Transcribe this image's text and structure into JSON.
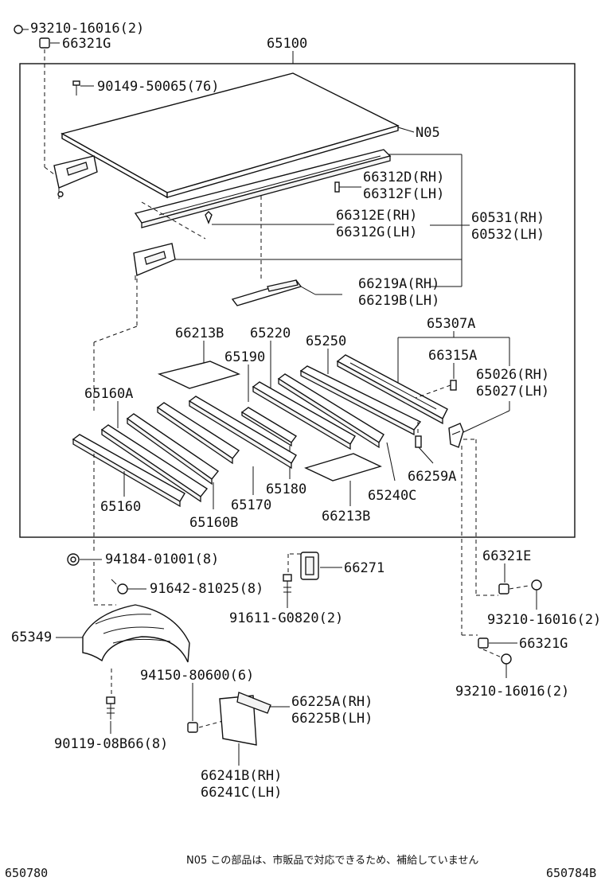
{
  "labels": {
    "screw_top": "93210-16016(2)",
    "nut_top": "66321G",
    "assembly": "65100",
    "screw_90149": "90149-50065(76)",
    "n05": "N05",
    "rail_d": "66312D(RH)",
    "rail_f": "66312F(LH)",
    "rail_e": "66312E(RH)",
    "rail_g": "66312G(LH)",
    "panel_rh": "60531(RH)",
    "panel_lh": "60532(LH)",
    "bracket_a": "66219A(RH)",
    "bracket_b": "66219B(LH)",
    "pad_top": "66213B",
    "sill_65220": "65220",
    "sill_65250": "65250",
    "sill_65190": "65190",
    "member_65307a": "65307A",
    "clip_66315a": "66315A",
    "gusset_rh": "65026(RH)",
    "gusset_lh": "65027(LH)",
    "sill_65160a": "65160A",
    "sill_65160": "65160",
    "sill_65170": "65170",
    "sill_65160b": "65160B",
    "sill_65180": "65180",
    "sill_65240c": "65240C",
    "clip_66259a": "66259A",
    "pad_bottom": "66213B",
    "cap_94184": "94184-01001(8)",
    "bolt_91642": "91642-81025(8)",
    "mudguard": "65349",
    "bracket_66271": "66271",
    "bolt_91611": "91611-G0820(2)",
    "nut_66321e": "66321E",
    "screw_mid": "93210-16016(2)",
    "nut_66321g_b": "66321G",
    "screw_low": "93210-16016(2)",
    "nut_94150": "94150-80600(6)",
    "flap_rh": "66225A(RH)",
    "flap_lh": "66225B(LH)",
    "bolt_90119": "90119-08B66(8)",
    "plate_rh": "66241B(RH)",
    "plate_lh": "66241C(LH)"
  },
  "footer": {
    "note": "N05 この部品は、市販品で対応できるため、補給していません",
    "code_left": "650780",
    "code_right": "650784B"
  }
}
